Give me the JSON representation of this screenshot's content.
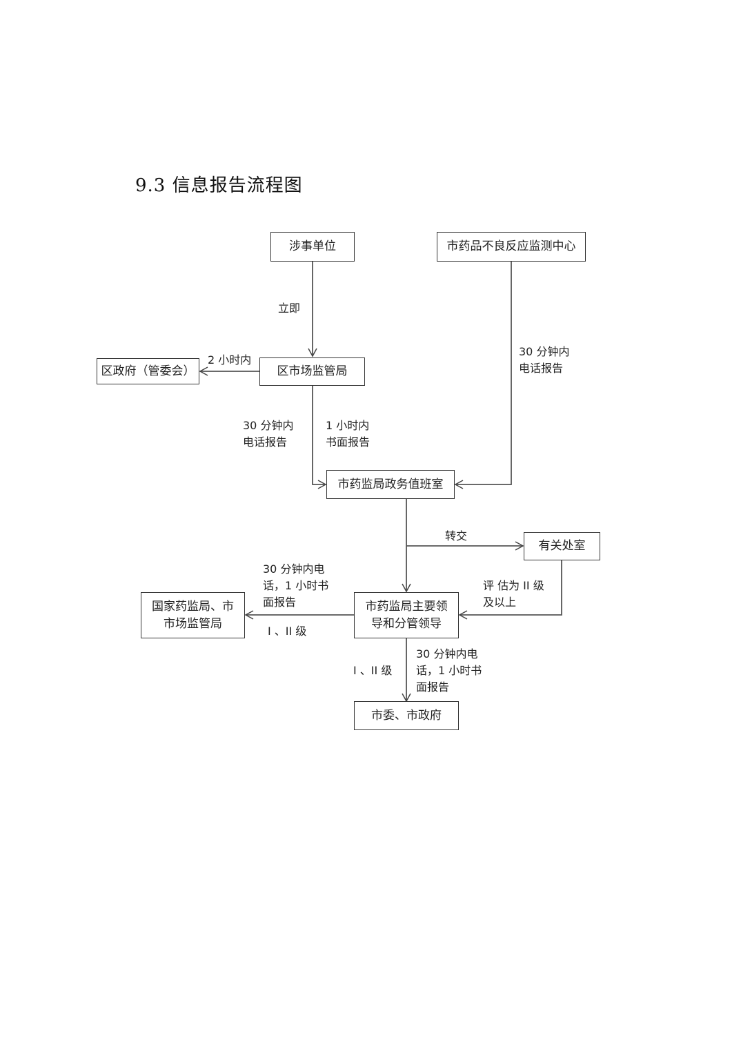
{
  "title": "9.3 信息报告流程图",
  "nodes": {
    "involved_unit": "涉事单位",
    "adr_center": "市药品不良反应监测中心",
    "district_gov": "区政府（管委会）",
    "district_market_bureau": "区市场监管局",
    "city_duty_room": "市药监局政务值班室",
    "related_office": "有关处室",
    "city_leaders": "市药监局主要领\n导和分管领导",
    "national_bureau": "国家药监局、市\n市场监管局",
    "city_committee_gov": "市委、市政府"
  },
  "edges": {
    "immediate": "立即",
    "within_2h": "2 小时内",
    "adr_30min_phone": "30 分钟内\n电话报告",
    "district_30min_phone": "30 分钟内\n电话报告",
    "district_1h_written": "1 小时内\n书面报告",
    "transfer": "转交",
    "assessed_level2_above": "评 估为 II 级\n及以上",
    "national_report": "30 分钟内电\n话，1 小时书\n面报告",
    "national_level": "I 、II 级",
    "committee_level": "I 、II 级",
    "committee_report": "30 分钟内电\n话，1 小时书\n面报告"
  }
}
